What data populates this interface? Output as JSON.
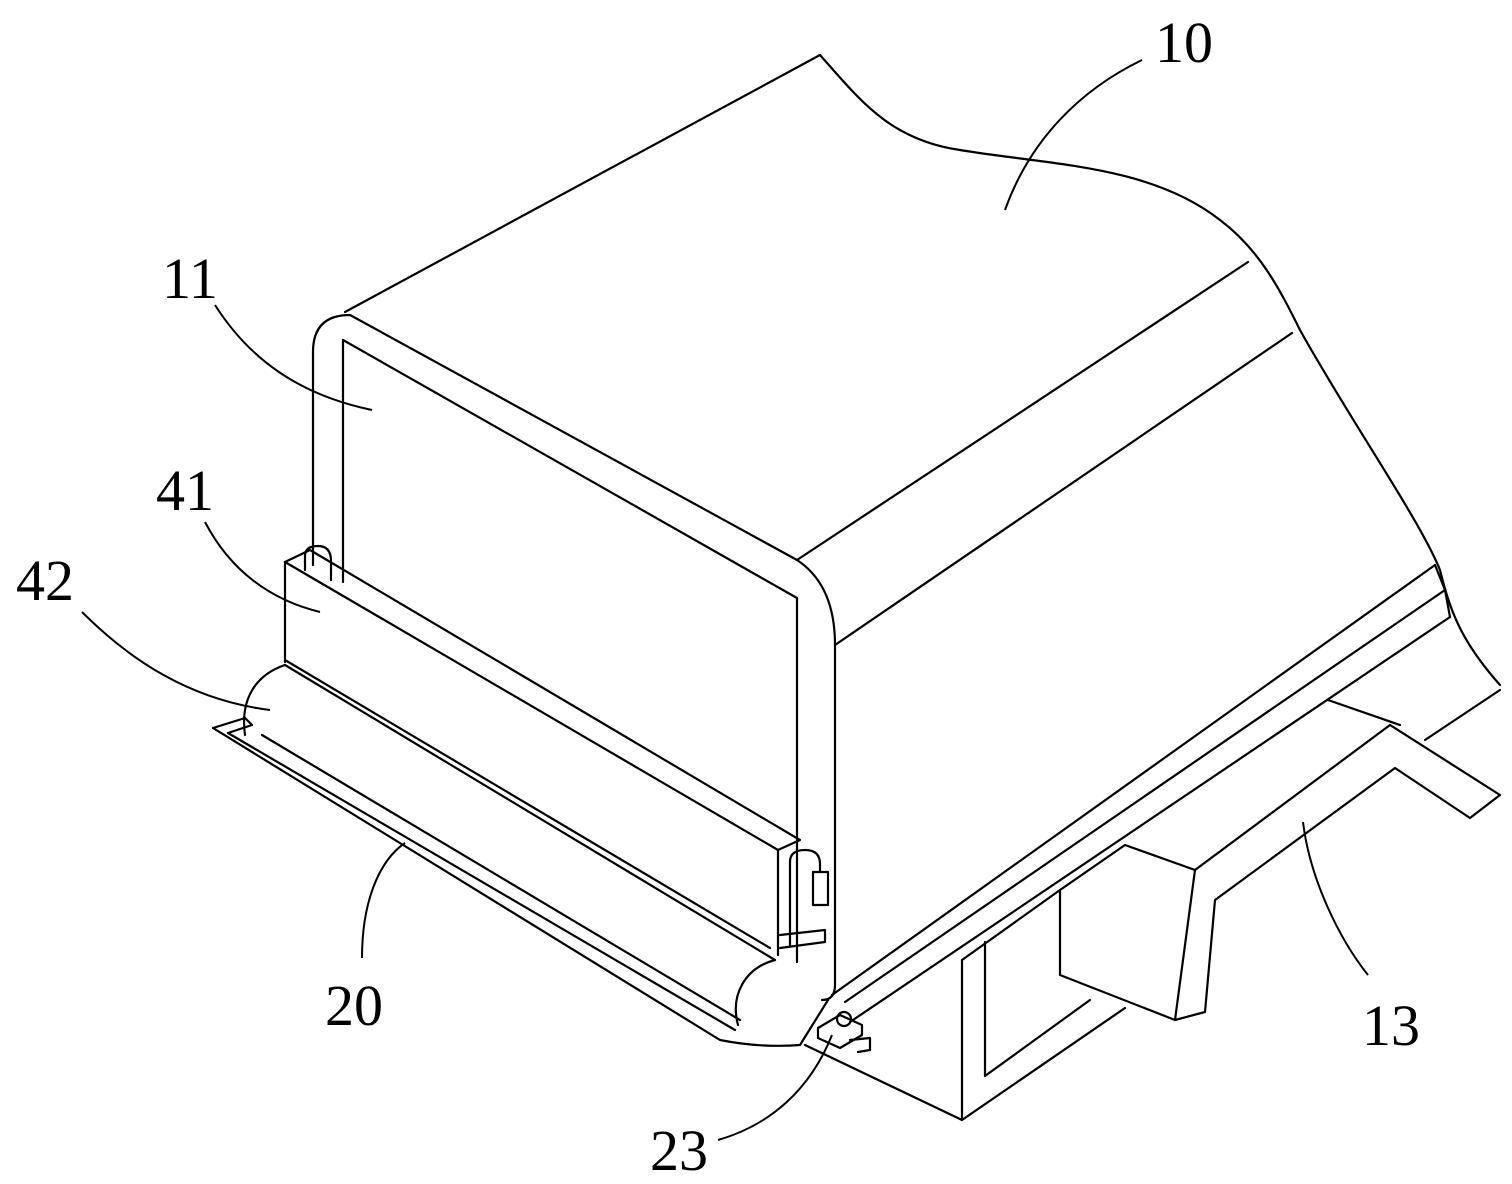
{
  "reference_numerals": {
    "n10": "10",
    "n11": "11",
    "n41": "41",
    "n42": "42",
    "n20": "20",
    "n13": "13",
    "n23": "23"
  },
  "colors": {
    "line": "#000000",
    "background": "#ffffff"
  }
}
